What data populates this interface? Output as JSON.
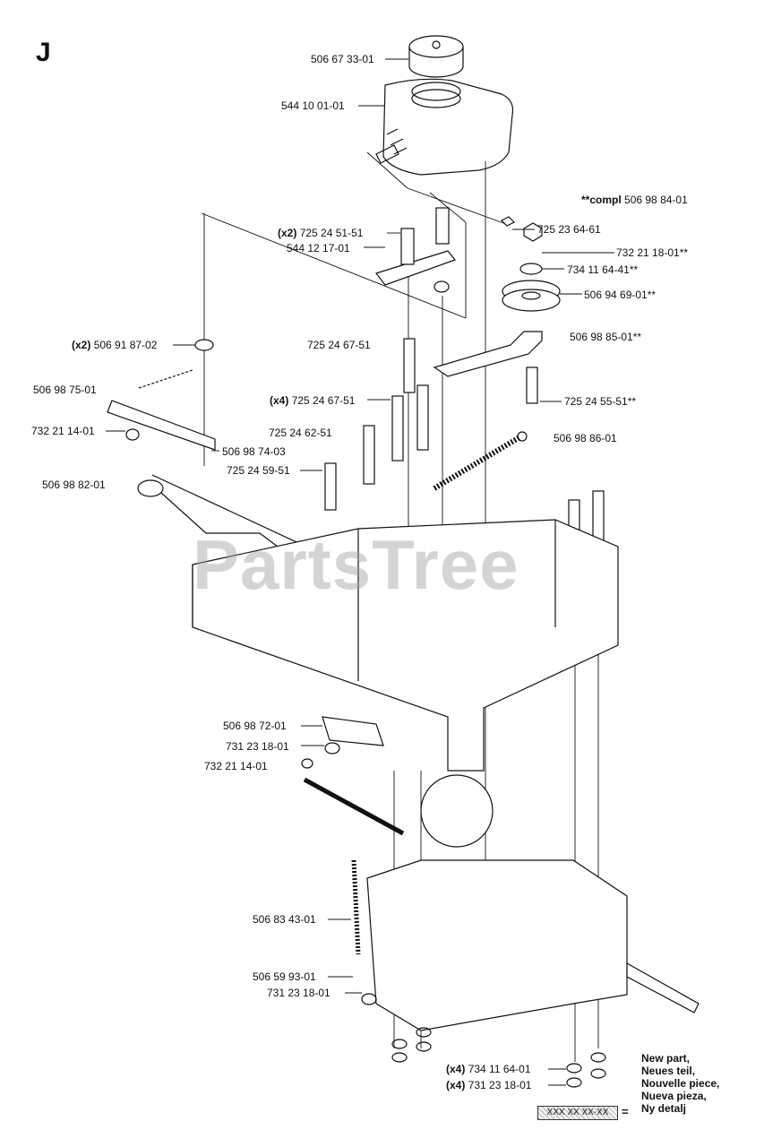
{
  "section": "J",
  "watermark": "PartsTree",
  "compl_note": {
    "prefix": "**compl",
    "number": "506 98 84-01"
  },
  "labels": [
    {
      "id": "l1",
      "qty": "",
      "text": "506 67 33-01"
    },
    {
      "id": "l2",
      "qty": "",
      "text": "544 10 01-01"
    },
    {
      "id": "l3",
      "qty": "",
      "text": "725 23 64-61"
    },
    {
      "id": "l4",
      "qty": "(x2)",
      "text": "725 24 51-51"
    },
    {
      "id": "l5",
      "qty": "",
      "text": "544 12 17-01"
    },
    {
      "id": "l6",
      "qty": "",
      "text": "732 21 18-01**"
    },
    {
      "id": "l7",
      "qty": "",
      "text": "734 11 64-41**"
    },
    {
      "id": "l8",
      "qty": "",
      "text": "506 94 69-01**"
    },
    {
      "id": "l9",
      "qty": "",
      "text": "506 98 85-01**"
    },
    {
      "id": "l10",
      "qty": "(x2)",
      "text": "506 91 87-02"
    },
    {
      "id": "l11",
      "qty": "",
      "text": "725 24 67-51"
    },
    {
      "id": "l12",
      "qty": "",
      "text": "506 98 75-01"
    },
    {
      "id": "l13",
      "qty": "(x4)",
      "text": "725 24 67-51"
    },
    {
      "id": "l14",
      "qty": "",
      "text": "725 24 55-51**"
    },
    {
      "id": "l15",
      "qty": "",
      "text": "732 21 14-01"
    },
    {
      "id": "l16",
      "qty": "",
      "text": "725 24 62-51"
    },
    {
      "id": "l17",
      "qty": "",
      "text": "506 98 86-01"
    },
    {
      "id": "l18",
      "qty": "",
      "text": "506 98 74-03"
    },
    {
      "id": "l19",
      "qty": "",
      "text": "725 24 59-51"
    },
    {
      "id": "l20",
      "qty": "",
      "text": "506 98 82-01"
    },
    {
      "id": "l21",
      "qty": "",
      "text": "506 98 72-01"
    },
    {
      "id": "l22",
      "qty": "",
      "text": "731 23 18-01"
    },
    {
      "id": "l23",
      "qty": "",
      "text": "732 21 14-01"
    },
    {
      "id": "l24",
      "qty": "",
      "text": "506 83 43-01"
    },
    {
      "id": "l25",
      "qty": "",
      "text": "506 59 93-01"
    },
    {
      "id": "l26",
      "qty": "",
      "text": "731 23 18-01"
    },
    {
      "id": "l27",
      "qty": "(x4)",
      "text": "734 11 64-01"
    },
    {
      "id": "l28",
      "qty": "(x4)",
      "text": "731 23 18-01"
    }
  ],
  "legend": {
    "lines": [
      "New part,",
      "Neues teil,",
      "Nouvelle piece,",
      "Nueva pieza,",
      "Ny detalj"
    ],
    "box_text": "XXX XX XX-XX",
    "equals": "="
  }
}
